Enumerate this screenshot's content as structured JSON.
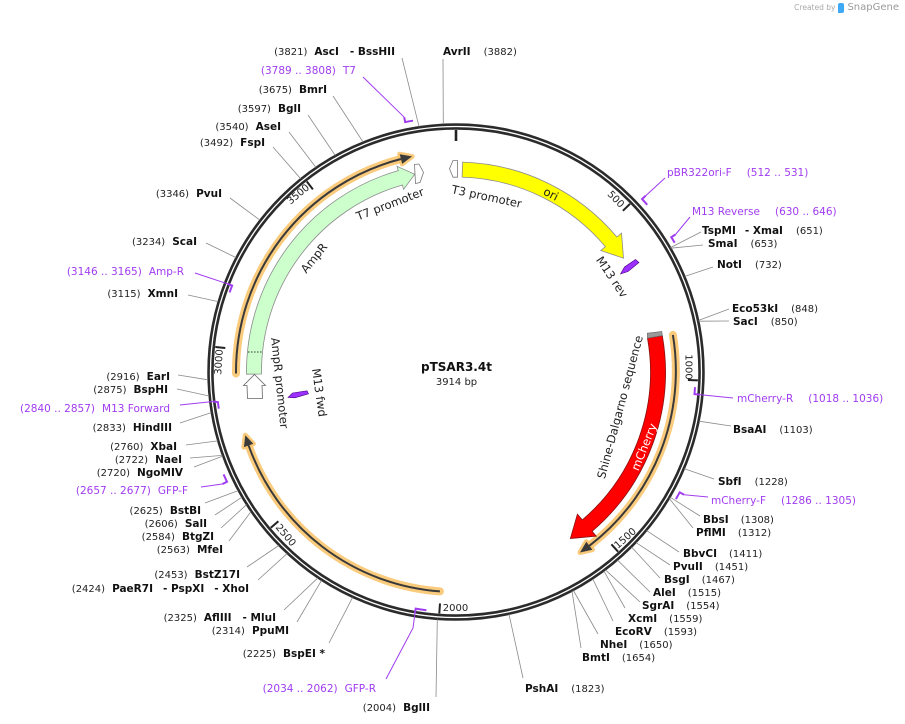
{
  "watermark": {
    "created_by": "Created by",
    "brand": "SnapGene",
    "logo_color": "#3fa9f5"
  },
  "map": {
    "name": "pTSAR3.4t",
    "length": "3914 bp"
  },
  "ticks": [
    "500",
    "1000",
    "1500",
    "2000",
    "2500",
    "3000",
    "3500"
  ],
  "features": [
    {
      "name": "ori",
      "color": "#ffff00"
    },
    {
      "name": "T3 promoter",
      "color": "#ffffff"
    },
    {
      "name": "T7 promoter",
      "color": "#ffffff"
    },
    {
      "name": "AmpR",
      "color": "#ccffcc"
    },
    {
      "name": "AmpR promoter",
      "color": "#ffffff"
    },
    {
      "name": "M13 fwd",
      "color": "#9b30ff"
    },
    {
      "name": "M13 rev",
      "color": "#9b30ff"
    },
    {
      "name": "mCherry",
      "color": "#ff0000"
    },
    {
      "name": "Shine-Dalgarno sequence",
      "color": "#999999"
    }
  ],
  "enzymes": [
    {
      "name": "AvrII",
      "pos": "(3882)"
    },
    {
      "name": "AscI",
      "name2": "- BssHII",
      "pos": "(3821)"
    },
    {
      "name": "BmrI",
      "pos": "(3675)"
    },
    {
      "name": "BglI",
      "pos": "(3597)"
    },
    {
      "name": "AseI",
      "pos": "(3540)"
    },
    {
      "name": "FspI",
      "pos": "(3492)"
    },
    {
      "name": "PvuI",
      "pos": "(3346)"
    },
    {
      "name": "ScaI",
      "pos": "(3234)"
    },
    {
      "name": "XmnI",
      "pos": "(3115)"
    },
    {
      "name": "EarI",
      "pos": "(2916)"
    },
    {
      "name": "BspHI",
      "pos": "(2875)"
    },
    {
      "name": "HindIII",
      "pos": "(2833)"
    },
    {
      "name": "XbaI",
      "pos": "(2760)"
    },
    {
      "name": "NaeI",
      "pos": "(2722)"
    },
    {
      "name": "NgoMIV",
      "pos": "(2720)"
    },
    {
      "name": "BstBI",
      "pos": "(2625)"
    },
    {
      "name": "SalI",
      "pos": "(2606)"
    },
    {
      "name": "BtgZI",
      "pos": "(2584)"
    },
    {
      "name": "MfeI",
      "pos": "(2563)"
    },
    {
      "name": "BstZ17I",
      "pos": "(2453)"
    },
    {
      "name": "PaeR7I",
      "name2": "- PspXI",
      "name3": "- XhoI",
      "pos": "(2424)"
    },
    {
      "name": "AflIII",
      "name2": "- MluI",
      "pos": "(2325)"
    },
    {
      "name": "PpuMI",
      "pos": "(2314)"
    },
    {
      "name": "BspEI *",
      "pos": "(2225)"
    },
    {
      "name": "BglII",
      "pos": "(2004)"
    },
    {
      "name": "PshAI",
      "pos": "(1823)"
    },
    {
      "name": "BmtI",
      "pos": "(1654)"
    },
    {
      "name": "NheI",
      "pos": "(1650)"
    },
    {
      "name": "EcoRV",
      "pos": "(1593)"
    },
    {
      "name": "XcmI",
      "pos": "(1559)"
    },
    {
      "name": "SgrAI",
      "pos": "(1554)"
    },
    {
      "name": "AleI",
      "pos": "(1515)"
    },
    {
      "name": "BsgI",
      "pos": "(1467)"
    },
    {
      "name": "PvuII",
      "pos": "(1451)"
    },
    {
      "name": "BbvCI",
      "pos": "(1411)"
    },
    {
      "name": "PflMI",
      "pos": "(1312)"
    },
    {
      "name": "BbsI",
      "pos": "(1308)"
    },
    {
      "name": "SbfI",
      "pos": "(1228)"
    },
    {
      "name": "BsaAI",
      "pos": "(1103)"
    },
    {
      "name": "SacI",
      "pos": "(850)"
    },
    {
      "name": "Eco53kI",
      "pos": "(848)"
    },
    {
      "name": "NotI",
      "pos": "(732)"
    },
    {
      "name": "SmaI",
      "pos": "(653)"
    },
    {
      "name": "TspMI",
      "name2": "- XmaI",
      "pos": "(651)"
    }
  ],
  "primers": [
    {
      "name": "T7",
      "range": "(3789 .. 3808)"
    },
    {
      "name": "pBR322ori-F",
      "range": "(512 .. 531)"
    },
    {
      "name": "M13 Reverse",
      "range": "(630 .. 646)"
    },
    {
      "name": "mCherry-R",
      "range": "(1018 .. 1036)"
    },
    {
      "name": "mCherry-F",
      "range": "(1286 .. 1305)"
    },
    {
      "name": "GFP-R",
      "range": "(2034 .. 2062)"
    },
    {
      "name": "GFP-F",
      "range": "(2657 .. 2677)"
    },
    {
      "name": "M13 Forward",
      "range": "(2840 .. 2857)"
    },
    {
      "name": "Amp-R",
      "range": "(3146 .. 3165)"
    }
  ],
  "colors": {
    "backbone": "#2b2b2b",
    "primer": "#a03cf0",
    "orf_halo": "#f9c56e",
    "orf_line": "#3a3a3a",
    "enzyme_line": "#8a8a8a"
  }
}
